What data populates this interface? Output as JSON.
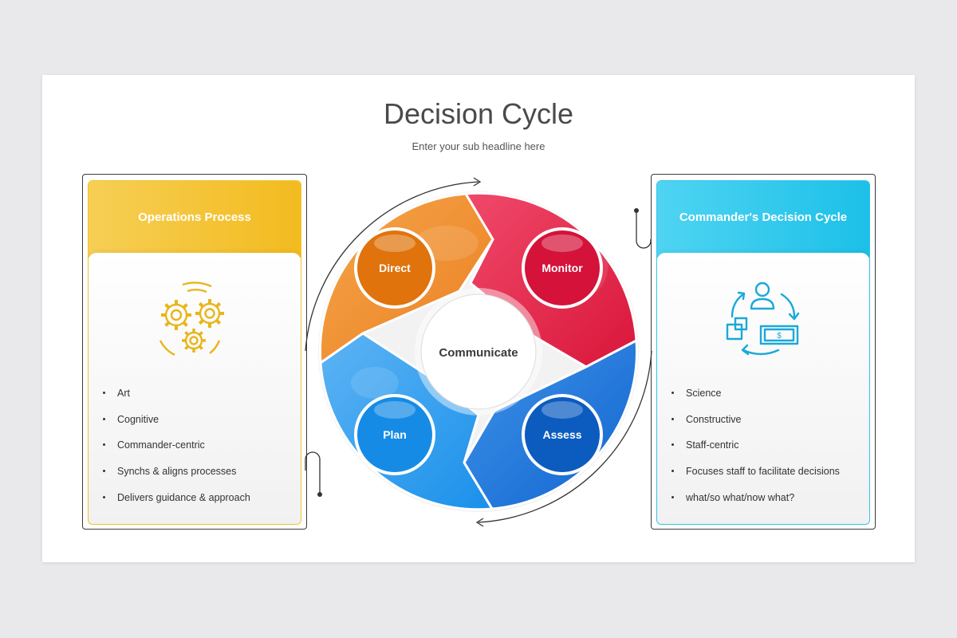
{
  "header": {
    "title": "Decision Cycle",
    "subtitle": "Enter your sub headline here"
  },
  "left_card": {
    "title": "Operations Process",
    "icon": "gears-icon",
    "accent": "#f2bb1f",
    "items": [
      "Art",
      "Cognitive",
      "Commander-centric",
      "Synchs & aligns processes",
      "Delivers guidance & approach"
    ]
  },
  "right_card": {
    "title": "Commander's Decision Cycle",
    "icon": "person-money-cycle-icon",
    "accent": "#1cc0e8",
    "items": [
      "Science",
      "Constructive",
      "Staff-centric",
      "Focuses staff to facilitate decisions",
      "what/so what/now what?"
    ]
  },
  "cycle": {
    "center": "Communicate",
    "segments": [
      {
        "label": "Direct",
        "color": "#f0922e"
      },
      {
        "label": "Monitor",
        "color": "#e5304f"
      },
      {
        "label": "Assess",
        "color": "#1b73d6"
      },
      {
        "label": "Plan",
        "color": "#2596ea"
      }
    ]
  }
}
